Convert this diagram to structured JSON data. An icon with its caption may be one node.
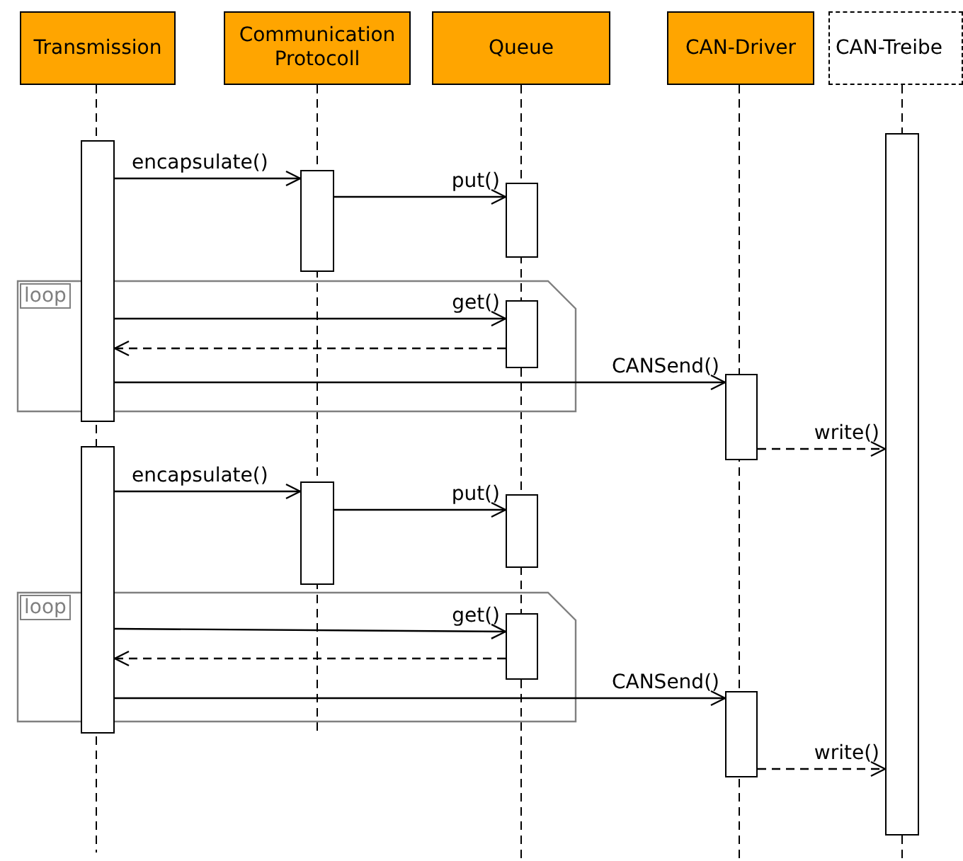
{
  "diagram": {
    "nodes": [
      {
        "text": [
          "Transmission"
        ]
      },
      {
        "text": [
          "Communication Protocoll"
        ]
      },
      {
        "text": [
          "Queue"
        ]
      },
      {
        "text": [
          "CAN-Driver"
        ]
      },
      {
        "text": [
          "CAN-Treibe"
        ]
      },
      {
        "text": [],
        "shape": "bar"
      },
      {
        "text": [],
        "shape": "bar"
      },
      {
        "text": [],
        "shape": "bar"
      },
      {
        "text": [],
        "shape": "bar"
      },
      {
        "text": [],
        "shape": "bar"
      },
      {
        "text": [],
        "shape": "bar"
      },
      {
        "text": [],
        "shape": "bar"
      },
      {
        "text": [],
        "shape": "bar"
      },
      {
        "text": [],
        "shape": "bar"
      },
      {
        "text": [],
        "shape": "bar"
      },
      {
        "text": [],
        "shape": "bar"
      }
    ],
    "edges": [
      {
        "from": 5,
        "to": 6,
        "arrow": "to",
        "label": "encapsulate()"
      },
      {
        "from": 6,
        "to": 7,
        "arrow": "to",
        "label": "put()"
      },
      {
        "from": 5,
        "to": 9,
        "arrow": "to",
        "label": "get()"
      },
      {
        "from": 9,
        "to": 5,
        "arrow": "to",
        "style": "dashed"
      },
      {
        "from": 5,
        "to": 10,
        "arrow": "to",
        "label": "CANSend()"
      },
      {
        "from": 10,
        "to": 8,
        "arrow": "to",
        "label": "write()",
        "style": "dashed"
      },
      {
        "from": 11,
        "to": 12,
        "arrow": "to",
        "label": "encapsulate()"
      },
      {
        "from": 12,
        "to": 13,
        "arrow": "to",
        "label": "put()"
      },
      {
        "from": 11,
        "to": 14,
        "arrow": "to",
        "label": "get()"
      },
      {
        "from": 14,
        "to": 11,
        "arrow": "to",
        "style": "dashed"
      },
      {
        "from": 11,
        "to": 15,
        "arrow": "to",
        "label": "CANSend()"
      },
      {
        "from": 15,
        "to": 8,
        "arrow": "to",
        "label": "write()",
        "style": "dashed"
      }
    ],
    "labels": [
      "loop",
      "loop"
    ]
  }
}
